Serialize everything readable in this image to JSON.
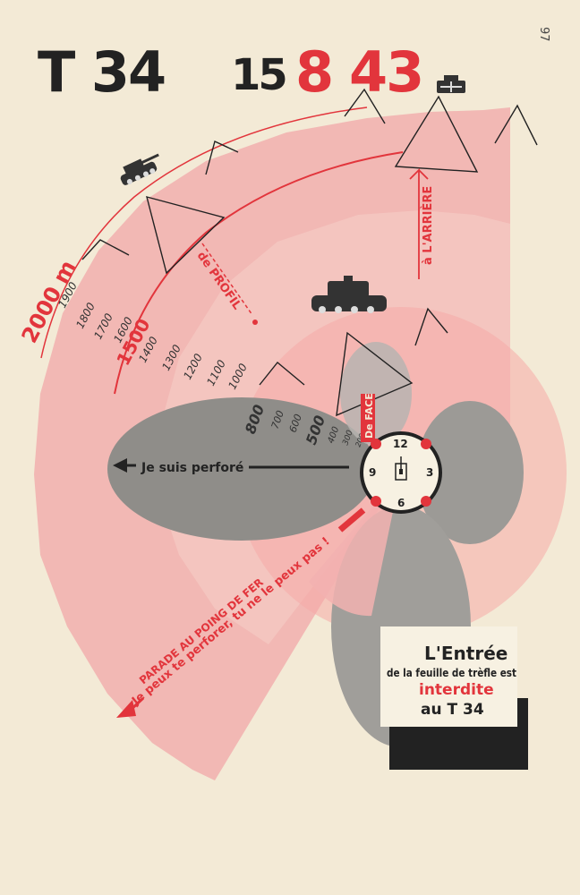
{
  "page": {
    "number": "97"
  },
  "title": {
    "t34": "T 34",
    "model": "15",
    "red1": "8",
    "red2": "43"
  },
  "range": {
    "max_label": "2000 m",
    "major_label": "1500",
    "ticks": [
      "1900",
      "1800",
      "1700",
      "1600",
      "1400",
      "1300",
      "1200",
      "1100",
      "1000",
      "800",
      "700",
      "600",
      "500",
      "400",
      "300",
      "200"
    ]
  },
  "clock": {
    "n12": "12",
    "n3": "3",
    "n6": "6",
    "n9": "9"
  },
  "labels": {
    "de_profil": "de PROFIL",
    "a_larriere": "à L'ARRIÈRE",
    "de_face": "De FACE",
    "je_suis_perfore": "Je suis perforé",
    "parade_line1": "PARADE AU POING DE FER",
    "parade_line2": "Je peux te perforer, tu ne le peux pas !"
  },
  "notice": {
    "line1": "L'Entrée",
    "line2": "de la feuille de trèfle est",
    "line3": "interdite",
    "line4": "au T 34"
  },
  "colors": {
    "paper": "#f3ead6",
    "pink": "#f2b2b0",
    "pink_light": "#f6d0c8",
    "red": "#e2353c",
    "gray": "#8f8d89",
    "black": "#222222"
  }
}
